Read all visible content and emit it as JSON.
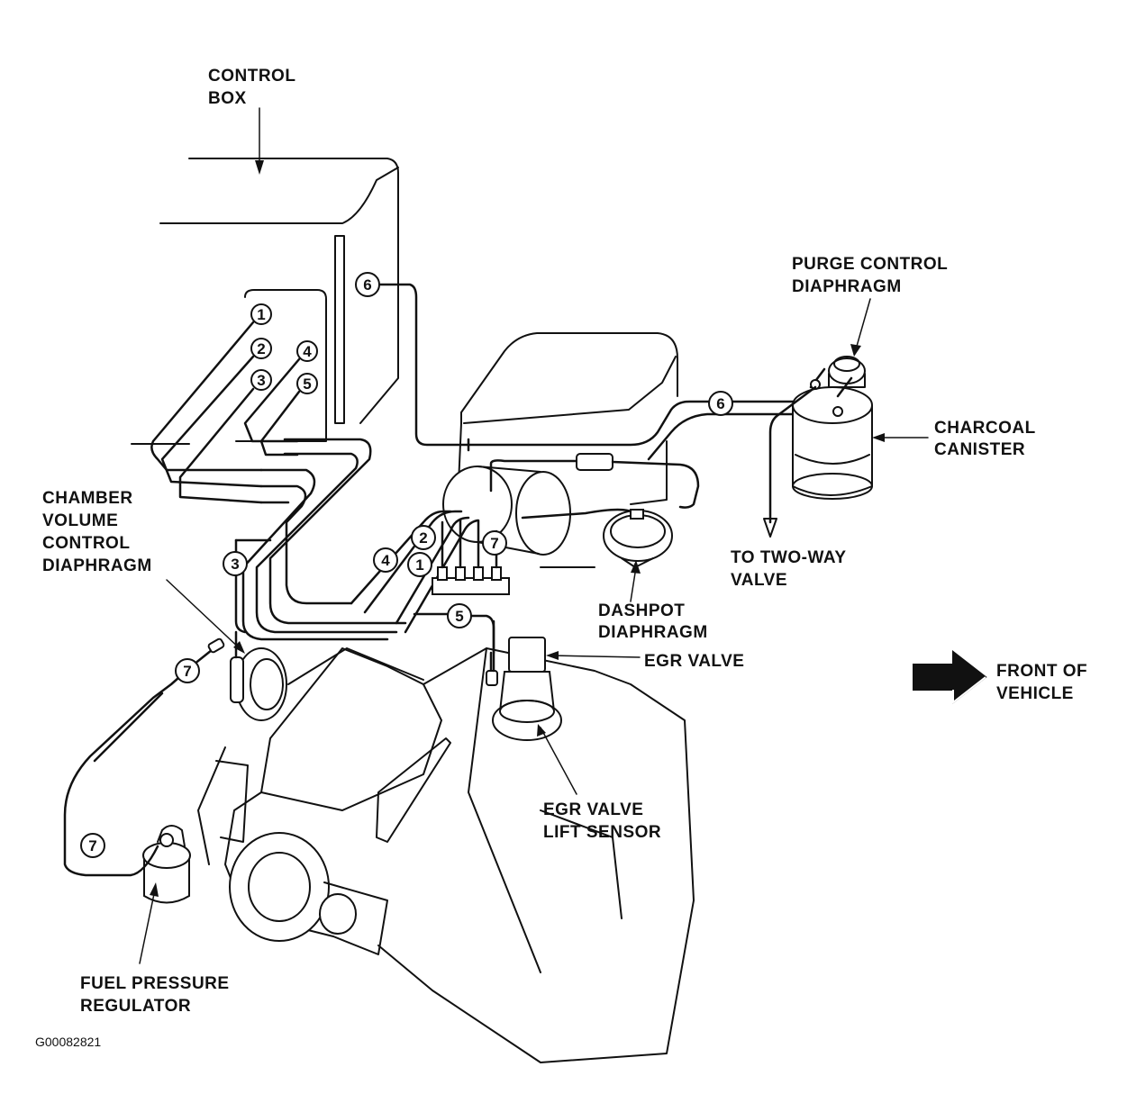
{
  "colors": {
    "ink": "#111111",
    "background": "#ffffff"
  },
  "labels": {
    "control_box": [
      "CONTROL",
      "BOX"
    ],
    "purge_control_diaphragm": [
      "PURGE CONTROL",
      "DIAPHRAGM"
    ],
    "charcoal_canister": [
      "CHARCOAL",
      "CANISTER"
    ],
    "chamber_volume_control_diaphragm": [
      "CHAMBER",
      "VOLUME",
      "CONTROL",
      "DIAPHRAGM"
    ],
    "to_two_way_valve": [
      "TO TWO-WAY",
      "VALVE"
    ],
    "dashpot_diaphragm": [
      "DASHPOT",
      "DIAPHRAGM"
    ],
    "egr_valve": "EGR VALVE",
    "front_of_vehicle": [
      "FRONT OF",
      "VEHICLE"
    ],
    "egr_valve_lift_sensor": [
      "EGR VALVE",
      "LIFT SENSOR"
    ],
    "fuel_pressure_regulator": [
      "FUEL PRESSURE",
      "REGULATOR"
    ]
  },
  "figure_code": "G00082821",
  "hose_numbers": {
    "port_1": "1",
    "port_2": "2",
    "port_3": "3",
    "port_4": "4",
    "port_5": "5",
    "hose_6_box": "6",
    "hose_6_canister": "6",
    "hose_3_chamber": "3",
    "hose_7_upper": "7",
    "hose_7_lower": "7",
    "hose_4_manifold": "4",
    "hose_2_manifold": "2",
    "hose_1_manifold": "1",
    "hose_7_manifold": "7",
    "hose_5_egr": "5"
  }
}
